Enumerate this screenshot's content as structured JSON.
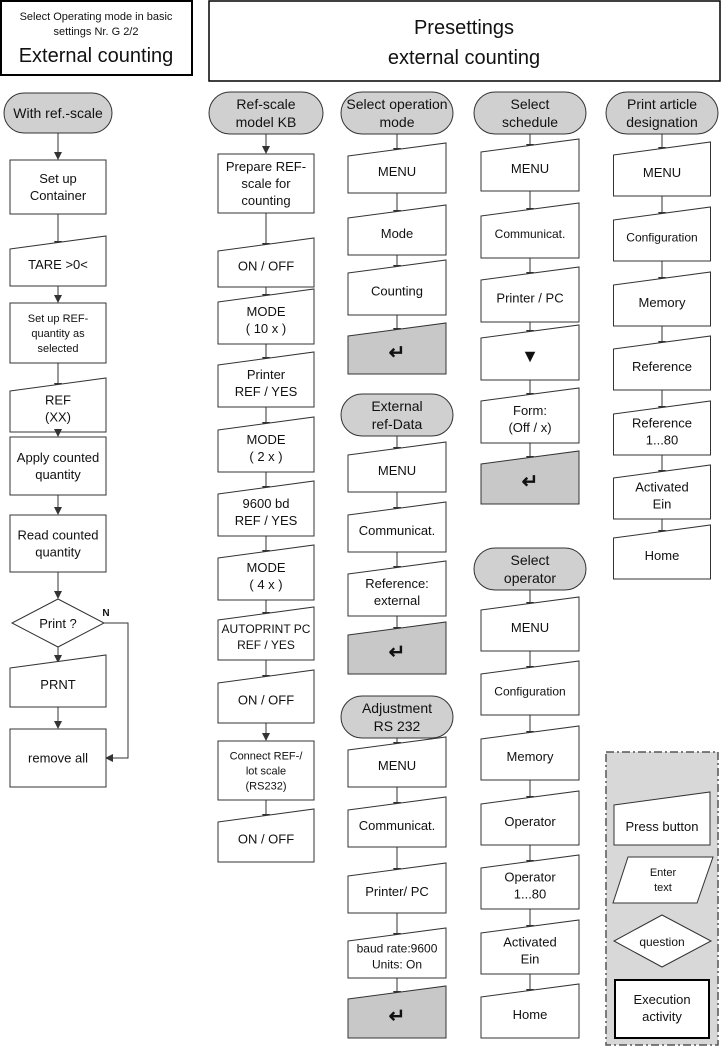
{
  "header_left": {
    "subtitle_lines": [
      "Select Operating mode in basic",
      "settings Nr. G 2/2"
    ],
    "title": "External counting"
  },
  "header_right": {
    "title_lines": [
      "Presettings",
      "external counting"
    ]
  },
  "col_ref_scale": {
    "heading": "With ref.-scale",
    "steps": [
      [
        "Set up",
        "Container"
      ],
      [
        "TARE >0<"
      ],
      [
        "Set up REF-",
        "quantity as",
        "selected"
      ],
      [
        "REF",
        "(XX)"
      ],
      [
        "Apply counted",
        "quantity"
      ],
      [
        "Read counted",
        "quantity"
      ]
    ],
    "decision": "Print ?",
    "decision_no": "N",
    "after": [
      [
        "PRNT"
      ],
      [
        "remove all"
      ]
    ]
  },
  "col_kb": {
    "heading": [
      "Ref-scale",
      "model KB"
    ],
    "steps": [
      [
        "Prepare REF-",
        "scale for",
        "counting"
      ],
      [
        "ON / OFF"
      ],
      [
        "MODE",
        "( 10 x )"
      ],
      [
        "Printer",
        "REF / YES"
      ],
      [
        "MODE",
        "( 2 x )"
      ],
      [
        "9600 bd",
        "REF / YES"
      ],
      [
        "MODE",
        "( 4 x )"
      ],
      [
        "AUTOPRINT PC",
        "REF / YES"
      ],
      [
        "ON / OFF"
      ],
      [
        "Connect REF-/",
        "lot scale",
        "(RS232)"
      ],
      [
        "ON / OFF"
      ]
    ]
  },
  "col_mode": {
    "groups": [
      {
        "heading": [
          "Select operation",
          "mode"
        ],
        "steps": [
          [
            "MENU"
          ],
          [
            "Mode"
          ],
          [
            "Counting"
          ]
        ]
      },
      {
        "heading": [
          "External",
          "ref-Data"
        ],
        "steps": [
          [
            "MENU"
          ],
          [
            "Communicat."
          ],
          [
            "Reference:",
            "external"
          ]
        ]
      },
      {
        "heading": [
          "Adjustment",
          "RS 232"
        ],
        "steps": [
          [
            "MENU"
          ],
          [
            "Communicat."
          ],
          [
            "Printer/ PC"
          ],
          [
            "baud rate:9600",
            "Units: On"
          ]
        ]
      }
    ],
    "enter_symbol": "↵"
  },
  "col_schedule": {
    "groups": [
      {
        "heading": [
          "Select",
          "schedule"
        ],
        "steps": [
          [
            "MENU"
          ],
          [
            "Communicat."
          ],
          [
            "Printer / PC"
          ],
          [
            "▼"
          ],
          [
            "Form:",
            "(Off / x)"
          ]
        ]
      },
      {
        "heading": [
          "Select",
          "operator"
        ],
        "steps": [
          [
            "MENU"
          ],
          [
            "Configuration"
          ],
          [
            "Memory"
          ],
          [
            "Operator"
          ],
          [
            "Operator",
            "1...80"
          ],
          [
            "Activated",
            "Ein"
          ],
          [
            "Home"
          ]
        ]
      }
    ]
  },
  "col_article": {
    "heading": [
      "Print article",
      "designation"
    ],
    "steps": [
      [
        "MENU"
      ],
      [
        "Configuration"
      ],
      [
        "Memory"
      ],
      [
        "Reference"
      ],
      [
        "Reference",
        "1...80"
      ],
      [
        "Activated",
        "Ein"
      ],
      [
        "Home"
      ]
    ]
  },
  "legend": {
    "press": "Press button",
    "enter": [
      "Enter",
      "text"
    ],
    "question": "question",
    "execution": [
      "Execution",
      "activity"
    ]
  },
  "colors": {
    "pill_fill": "#d0d0d0",
    "enter_fill": "#c8c8c8",
    "legend_fill": "#d8d8d8",
    "stroke": "#333333"
  }
}
